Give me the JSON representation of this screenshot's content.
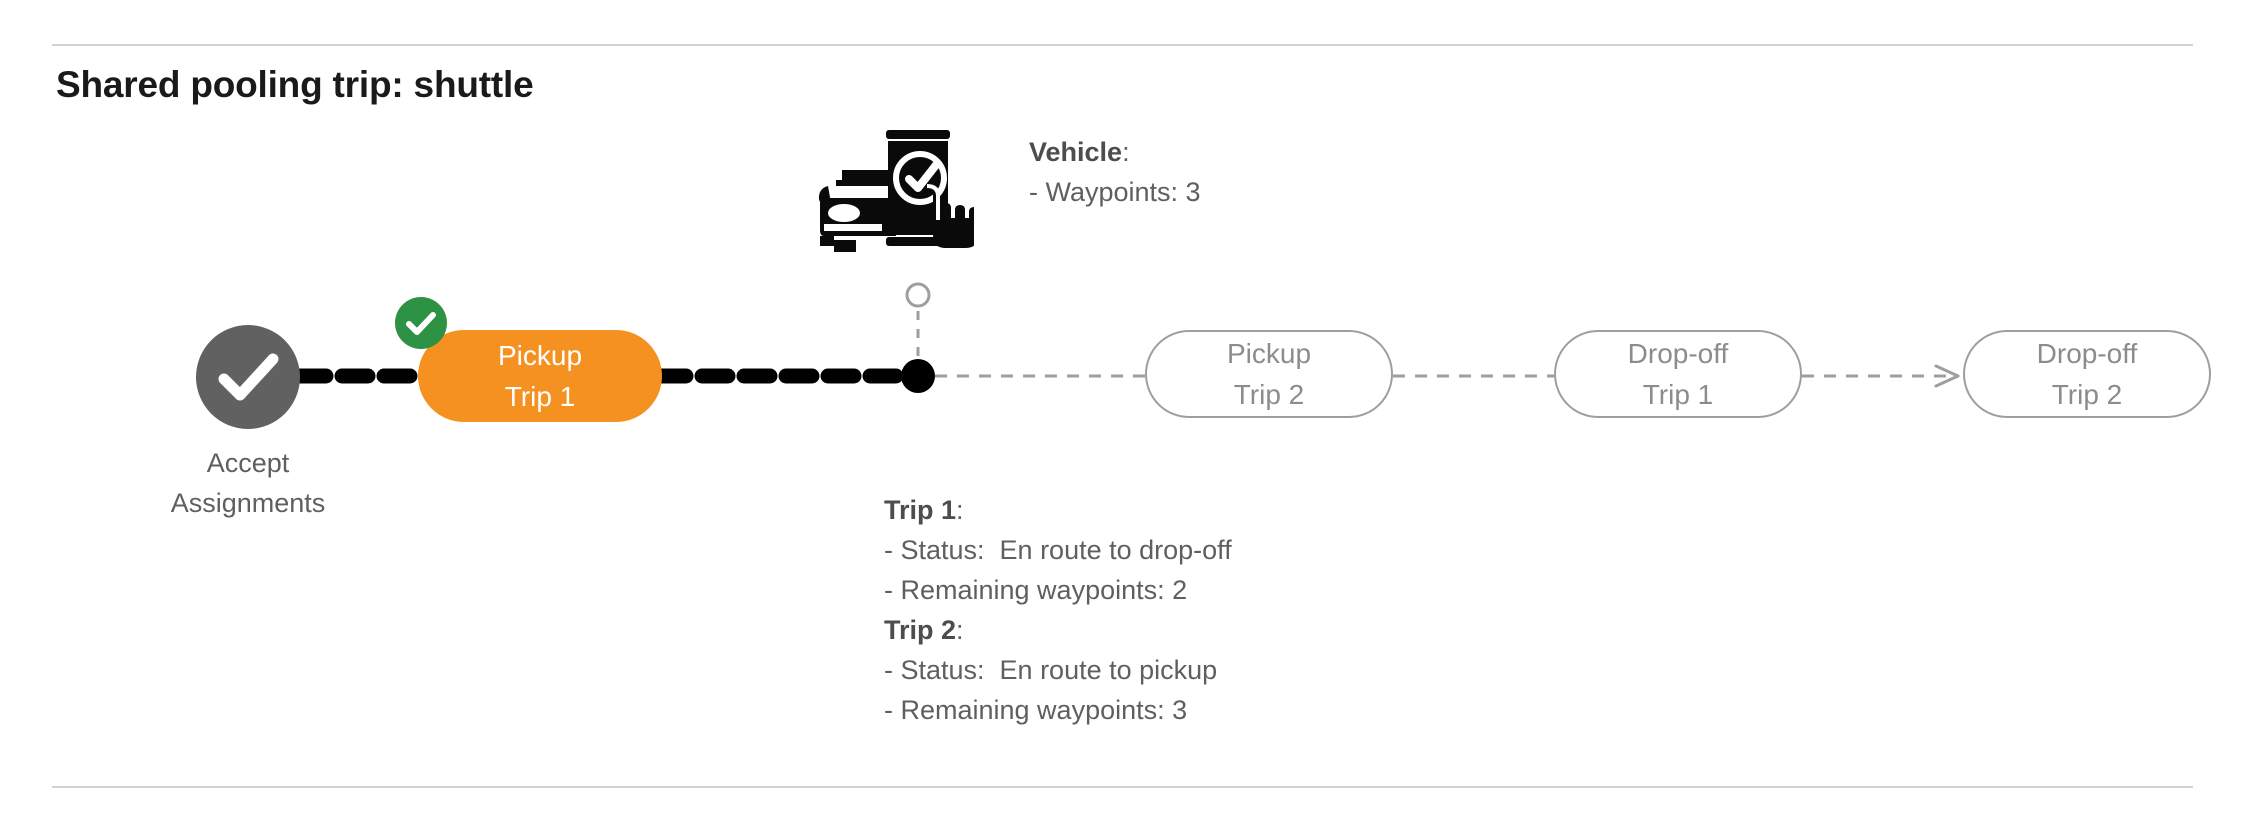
{
  "page": {
    "title": "Shared pooling trip: shuttle",
    "background": "#ffffff",
    "divider_color": "#d2d2d2"
  },
  "colors": {
    "active": "#F59120",
    "completed": "#616161",
    "badge_green": "#2E9245",
    "upcoming_outline": "#9e9e9e",
    "upcoming_text": "#8c8c8c",
    "annotation_text": "#5f5f5f",
    "track_done": "#000000",
    "track_upcoming": "#9e9e9e"
  },
  "timeline": {
    "nodes": [
      {
        "id": "accept-assignments",
        "type": "completed-circle",
        "icon": "check-icon",
        "label_line1": "Accept",
        "label_line2": "Assignments",
        "state": "completed"
      },
      {
        "id": "pickup-trip-1",
        "type": "active-pill",
        "line1": "Pickup",
        "line2": "Trip 1",
        "state": "active",
        "badge": "check-badge-icon"
      },
      {
        "id": "pickup-trip-2",
        "type": "upcoming-pill",
        "line1": "Pickup",
        "line2": "Trip 2",
        "state": "upcoming"
      },
      {
        "id": "dropoff-trip-1",
        "type": "upcoming-pill",
        "line1": "Drop-off",
        "line2": "Trip 1",
        "state": "upcoming"
      },
      {
        "id": "dropoff-trip-2",
        "type": "upcoming-pill",
        "line1": "Drop-off",
        "line2": "Trip 2",
        "state": "upcoming"
      }
    ],
    "current_position_marker": "vehicle-position-dot"
  },
  "vehicle_annotation": {
    "heading": "Vehicle",
    "heading_colon": ":",
    "lines": [
      "- Waypoints: 3"
    ]
  },
  "trips_annotation": {
    "groups": [
      {
        "heading": "Trip 1",
        "heading_colon": ":",
        "lines": [
          "- Status:  En route to drop-off",
          "- Remaining waypoints: 2"
        ]
      },
      {
        "heading": "Trip 2",
        "heading_colon": ":",
        "lines": [
          "- Status:  En route to pickup",
          "- Remaining waypoints: 3"
        ]
      }
    ]
  }
}
